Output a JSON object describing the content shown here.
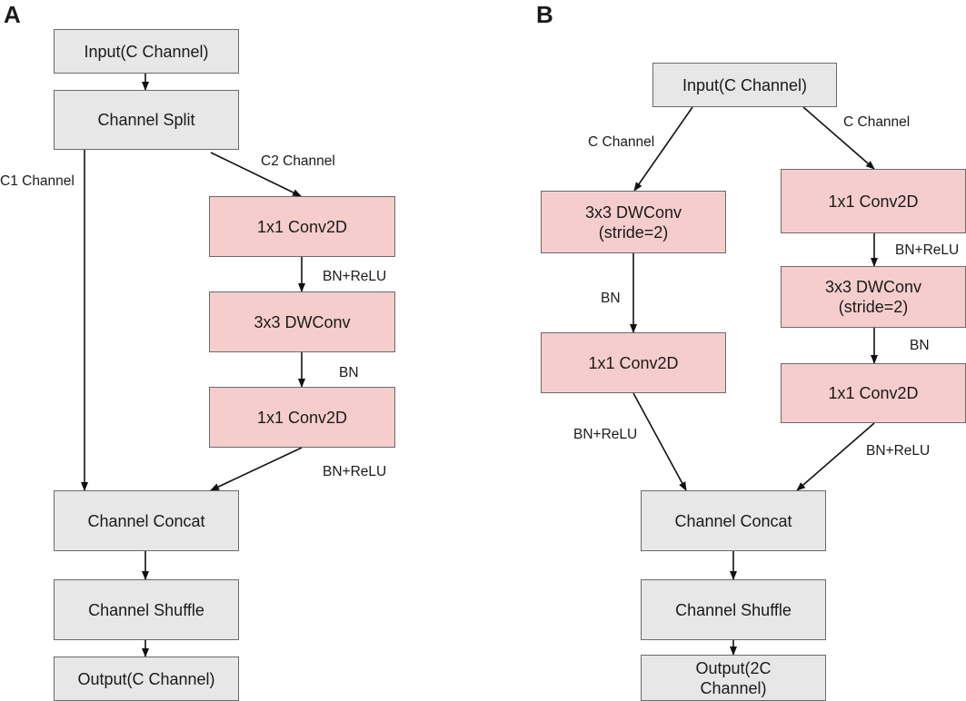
{
  "panels": {
    "a": "A",
    "b": "B"
  },
  "a": {
    "input": "Input(C Channel)",
    "split": "Channel Split",
    "conv1": "1x1 Conv2D",
    "dw": "3x3 DWConv",
    "conv2": "1x1 Conv2D",
    "concat": "Channel Concat",
    "shuffle": "Channel Shuffle",
    "output": "Output(C Channel)",
    "c1": "C1 Channel",
    "c2": "C2 Channel",
    "bnrelu1": "BN+ReLU",
    "bn": "BN",
    "bnrelu2": "BN+ReLU"
  },
  "b": {
    "input": "Input(C Channel)",
    "left_dw": "3x3 DWConv\n(stride=2)",
    "left_conv": "1x1 Conv2D",
    "right_conv1": "1x1 Conv2D",
    "right_dw": "3x3 DWConv\n(stride=2)",
    "right_conv2": "1x1 Conv2D",
    "concat": "Channel Concat",
    "shuffle": "Channel Shuffle",
    "output": "Output(2C\nChannel)",
    "c_left": "C Channel",
    "c_right": "C Channel",
    "left_bn": "BN",
    "left_bnrelu": "BN+ReLU",
    "right_bnrelu1": "BN+ReLU",
    "right_bn": "BN",
    "right_bnrelu2": "BN+ReLU"
  },
  "colors": {
    "gray_box": "#e7e7e7",
    "pink_box": "#f5cdcd",
    "border": "#6a6a6a",
    "arrow": "#111111"
  }
}
